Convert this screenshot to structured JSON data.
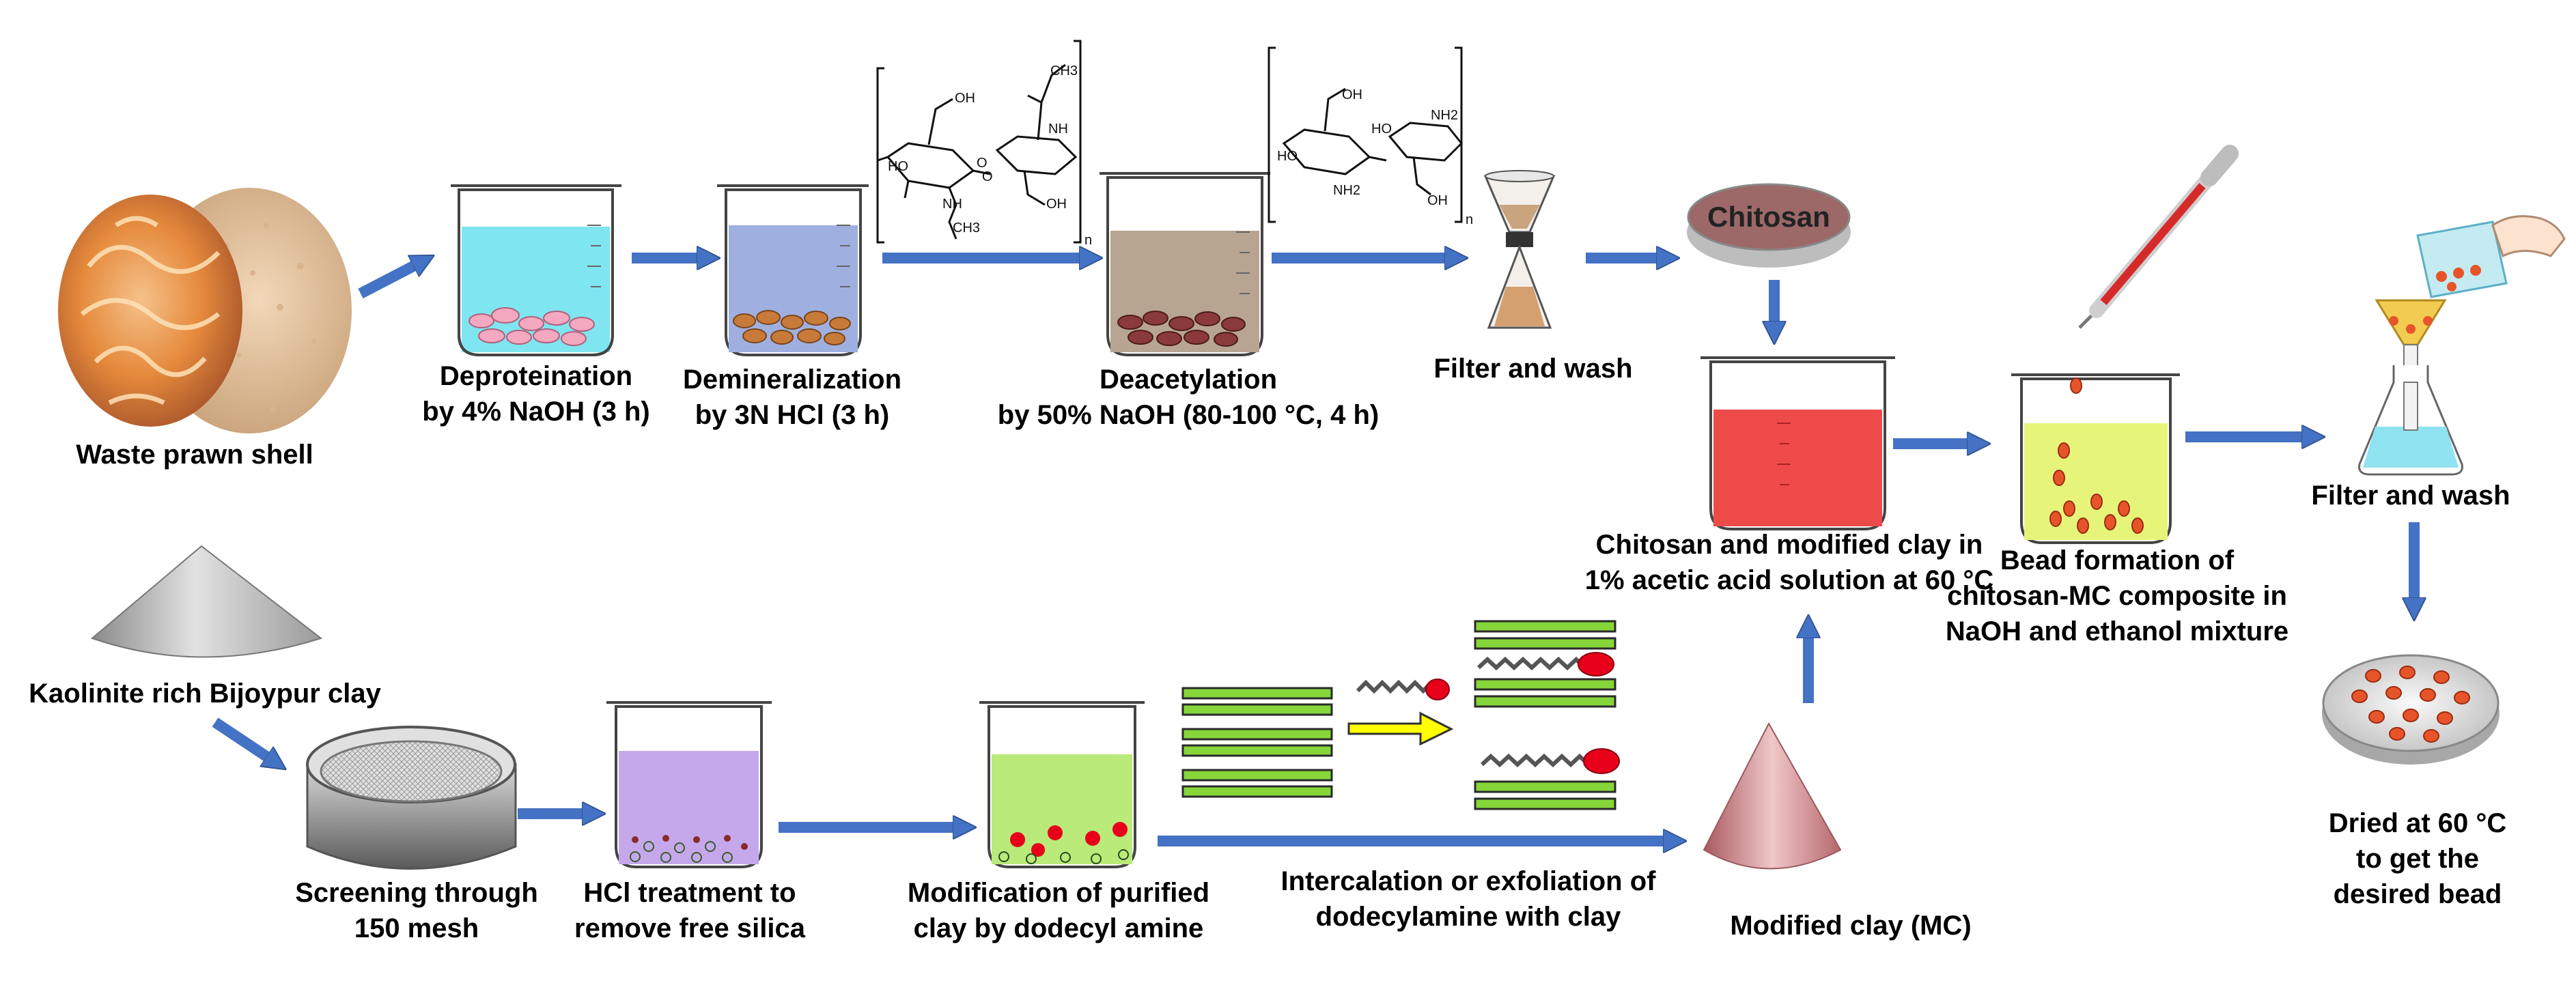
{
  "labels": {
    "waste_prawn_shell": "Waste prawn shell",
    "deproteination_1": "Deproteination",
    "deproteination_2": "by 4% NaOH (3 h)",
    "demineralization_1": "Demineralization",
    "demineralization_2": "by 3N HCl (3 h)",
    "deacetylation_1": "Deacetylation",
    "deacetylation_2": "by 50% NaOH (80-100 °C, 4 h)",
    "filter_wash_top": "Filter and wash",
    "chitosan_dish": "Chitosan",
    "chitosan_mc_1": "Chitosan and modified clay in",
    "chitosan_mc_2": "1% acetic acid solution at 60 °C",
    "bead_formation_1": "Bead formation of",
    "bead_formation_2": "chitosan-MC composite in",
    "bead_formation_3": "NaOH and ethanol mixture",
    "filter_wash_right": "Filter and wash",
    "dried_1": "Dried at 60 °C",
    "dried_2": "to get the",
    "dried_3": "desired bead",
    "kaolinite": "Kaolinite rich Bijoypur clay",
    "screening_1": "Screening through",
    "screening_2": "150 mesh",
    "hcl_treatment_1": "HCl treatment to",
    "hcl_treatment_2": "remove free silica",
    "modification_1": "Modification of purified",
    "modification_2": "clay by dodecyl amine",
    "intercalation_1": "Intercalation or exfoliation of",
    "intercalation_2": "dodecylamine  with clay",
    "modified_clay": "Modified clay (MC)"
  },
  "structures": {
    "chitin": {
      "oh1": "OH",
      "ho": "HO",
      "o_ring": "O",
      "ch3_top": "CH3",
      "nh": "NH",
      "o_ring2": "O",
      "oh2": "OH",
      "nh_bot": "NH",
      "ch3_bot": "CH3",
      "n": "n"
    },
    "chitosan": {
      "oh1": "OH",
      "ho1": "HO",
      "ho2": "HO",
      "nh2_top": "NH2",
      "nh2_bot": "NH2",
      "oh2": "OH",
      "n": "n"
    }
  },
  "colors": {
    "arrow": "#4472c4",
    "arrow_stroke": "#2f528f",
    "deproteination_liquid": "#7fe5f0",
    "demineralization_liquid": "#9fb0e0",
    "deacetylation_liquid": "#b7a592",
    "acetic_liquid": "#ef4a4a",
    "bead_liquid": "#e6f57a",
    "hcl_liquid": "#c5a8ec",
    "modification_liquid": "#b9ea7a",
    "flask_liquid": "#8fe3f0",
    "funnel": "#f2cc50",
    "bead": "#e8542a",
    "clay_layer": "#86d63a",
    "cone_gray": "#b5b5b5",
    "cone_pink": "#cc7f83",
    "yellow_arrow": "#ffff00"
  }
}
